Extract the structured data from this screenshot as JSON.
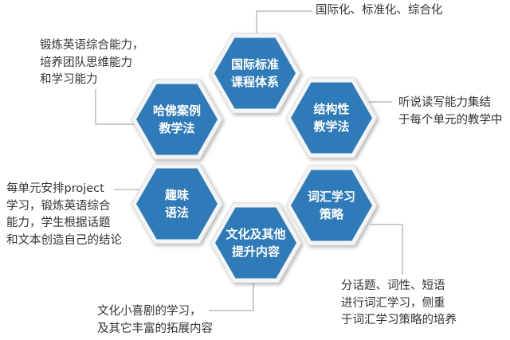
{
  "nodes": [
    {
      "id": "top",
      "lines": [
        "国际标准",
        "课程体系"
      ],
      "note": [
        "国际化、标准化、综合化"
      ]
    },
    {
      "id": "top-left",
      "lines": [
        "哈佛案例",
        "教学法"
      ],
      "note": [
        "锻炼英语综合能力，",
        "培养团队思维能力",
        "和学习能力"
      ]
    },
    {
      "id": "top-right",
      "lines": [
        "结构性",
        "教学法"
      ],
      "note": [
        "听说读写能力集结",
        "于每个单元的教学中"
      ]
    },
    {
      "id": "bottom-left",
      "lines": [
        "趣味",
        "语法"
      ],
      "note": [
        "每单元安排project",
        "学习，锻炼英语综合",
        "能力，学生根据话题",
        "和文本创造自己的结论"
      ]
    },
    {
      "id": "bottom-right",
      "lines": [
        "词汇学习",
        "策略"
      ],
      "note": [
        "分话题、词性、短语",
        "进行词汇学习，侧重",
        "于词汇学习策略的培养"
      ]
    },
    {
      "id": "bottom",
      "lines": [
        "文化及其他",
        "提升内容"
      ],
      "note": [
        "文化小喜剧的学习，",
        "及其它丰富的拓展内容"
      ]
    }
  ],
  "colors": {
    "hex_fill": "#2f7bb9",
    "hex_border": "#ffffff",
    "line": "#999999"
  }
}
